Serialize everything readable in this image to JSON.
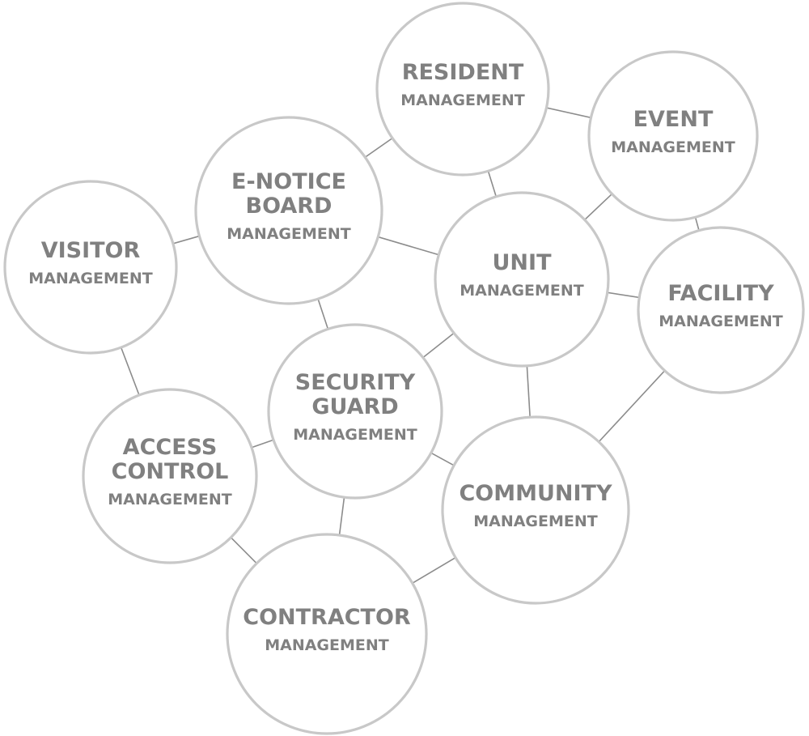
{
  "nodes": [
    {
      "id": "resident",
      "title_lines": [
        "RESIDENT"
      ],
      "subtitle": "MANAGEMENT"
    },
    {
      "id": "event",
      "title_lines": [
        "EVENT"
      ],
      "subtitle": "MANAGEMENT"
    },
    {
      "id": "enotice",
      "title_lines": [
        "E-NOTICE",
        "BOARD"
      ],
      "subtitle": "MANAGEMENT"
    },
    {
      "id": "visitor",
      "title_lines": [
        "VISITOR"
      ],
      "subtitle": "MANAGEMENT"
    },
    {
      "id": "unit",
      "title_lines": [
        "UNIT"
      ],
      "subtitle": "MANAGEMENT"
    },
    {
      "id": "facility",
      "title_lines": [
        "FACILITY"
      ],
      "subtitle": "MANAGEMENT"
    },
    {
      "id": "security",
      "title_lines": [
        "SECURITY",
        "GUARD"
      ],
      "subtitle": "MANAGEMENT"
    },
    {
      "id": "access",
      "title_lines": [
        "ACCESS",
        "CONTROL"
      ],
      "subtitle": "MANAGEMENT"
    },
    {
      "id": "community",
      "title_lines": [
        "COMMUNITY"
      ],
      "subtitle": "MANAGEMENT"
    },
    {
      "id": "contractor",
      "title_lines": [
        "CONTRACTOR"
      ],
      "subtitle": "MANAGEMENT"
    }
  ],
  "edges": [
    [
      "resident",
      "enotice"
    ],
    [
      "resident",
      "event"
    ],
    [
      "resident",
      "unit"
    ],
    [
      "event",
      "unit"
    ],
    [
      "event",
      "facility"
    ],
    [
      "enotice",
      "visitor"
    ],
    [
      "enotice",
      "unit"
    ],
    [
      "enotice",
      "security"
    ],
    [
      "visitor",
      "access"
    ],
    [
      "unit",
      "security"
    ],
    [
      "unit",
      "facility"
    ],
    [
      "unit",
      "community"
    ],
    [
      "facility",
      "community"
    ],
    [
      "security",
      "access"
    ],
    [
      "security",
      "community"
    ],
    [
      "security",
      "contractor"
    ],
    [
      "access",
      "contractor"
    ],
    [
      "community",
      "contractor"
    ]
  ]
}
